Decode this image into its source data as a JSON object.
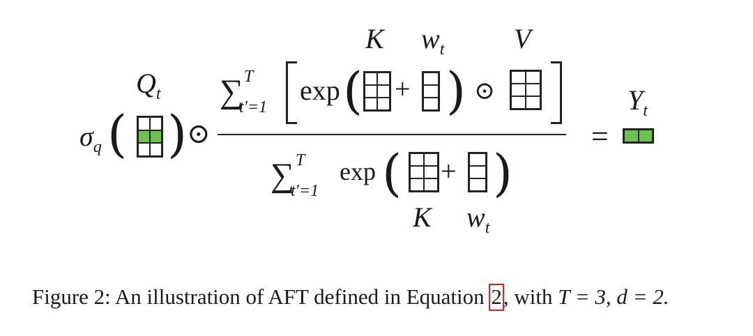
{
  "colors": {
    "highlight": "#6cc24a",
    "stroke": "#222222",
    "ref_box": "#e0201c"
  },
  "equation": {
    "sigma": "σ",
    "sigma_sub": "q",
    "q_label": "Q",
    "q_sub": "t",
    "odot": "⊙",
    "plus": "+",
    "equals": "=",
    "sum": "∑",
    "sum_upper": "T",
    "sum_lower": "t′=1",
    "exp": "exp",
    "k_label": "K",
    "w_label": "w",
    "w_sub": "t",
    "v_label": "V",
    "y_label": "Y",
    "y_sub": "t"
  },
  "caption": {
    "prefix": "Figure 2: An illustration of AFT defined in Equation ",
    "ref": "2",
    "suffix_text": ", with ",
    "math": "T = 3, d = 2."
  }
}
